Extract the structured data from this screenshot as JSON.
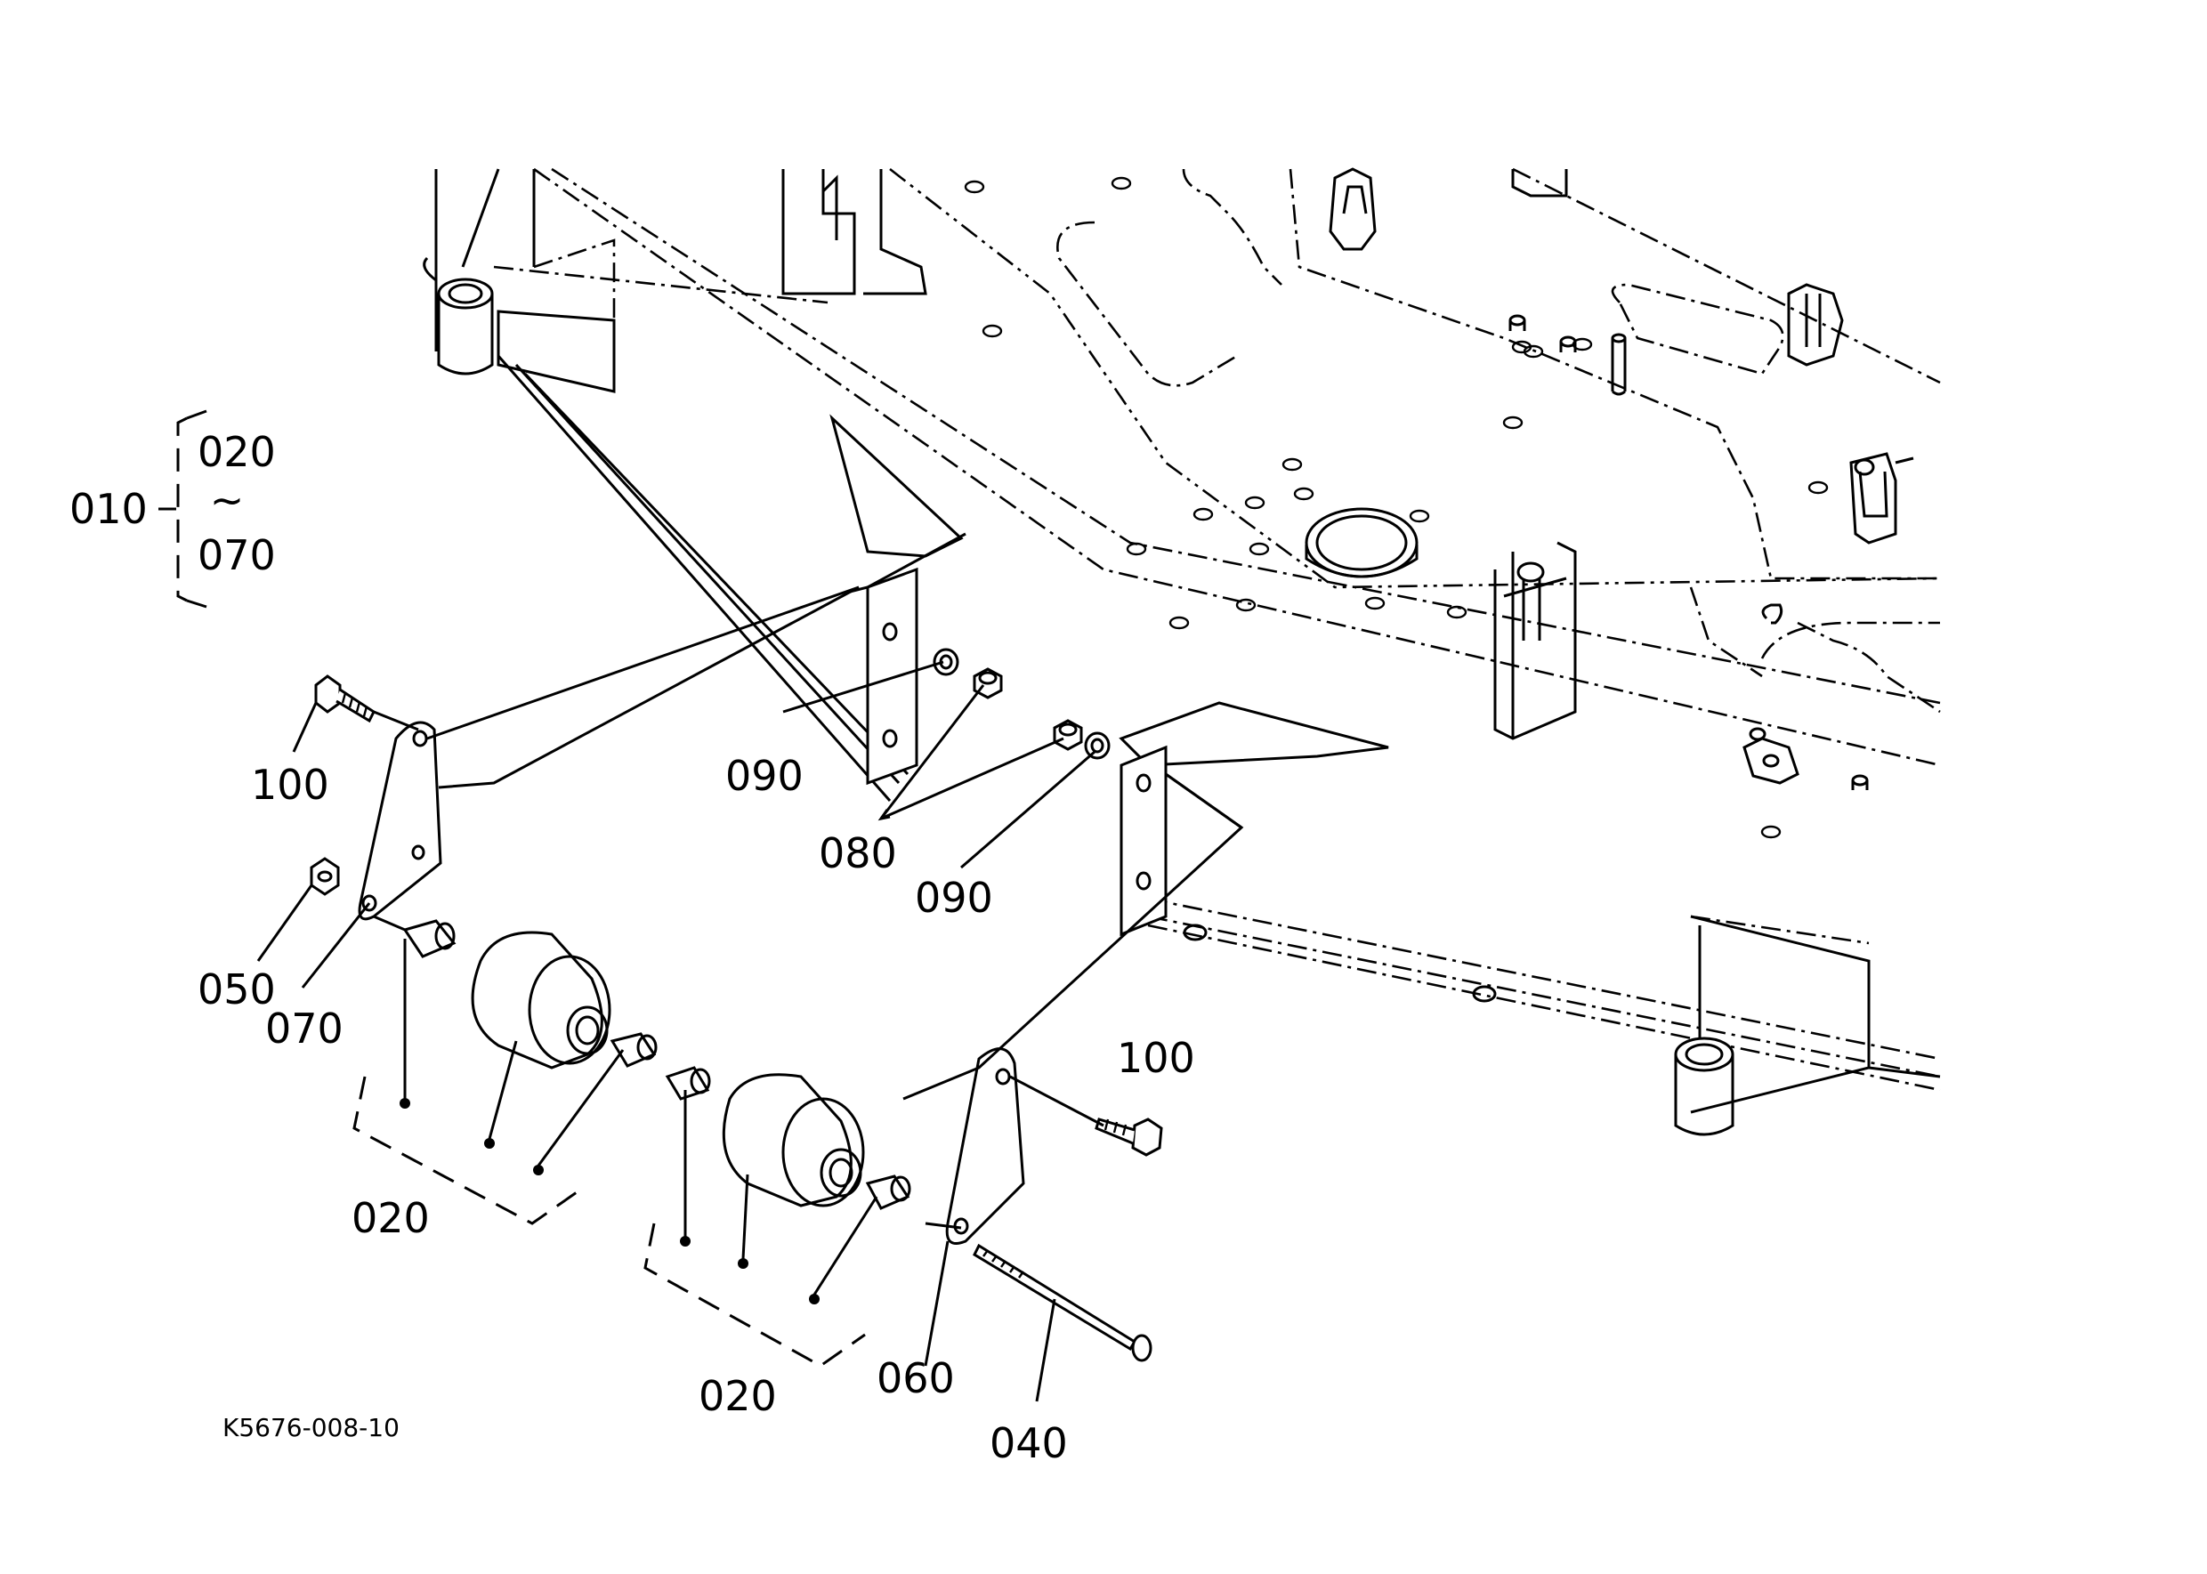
{
  "diagram": {
    "assembly_callout": {
      "part": "010",
      "range_start": "020",
      "range_sep": "~",
      "range_end": "070"
    },
    "callouts": [
      {
        "id": "100"
      },
      {
        "id": "050"
      },
      {
        "id": "070"
      },
      {
        "id": "090"
      },
      {
        "id": "080"
      },
      {
        "id": "090"
      },
      {
        "id": "100"
      },
      {
        "id": "020"
      },
      {
        "id": "020"
      },
      {
        "id": "060"
      },
      {
        "id": "040"
      }
    ],
    "drawing_number": "K5676-008-10"
  }
}
